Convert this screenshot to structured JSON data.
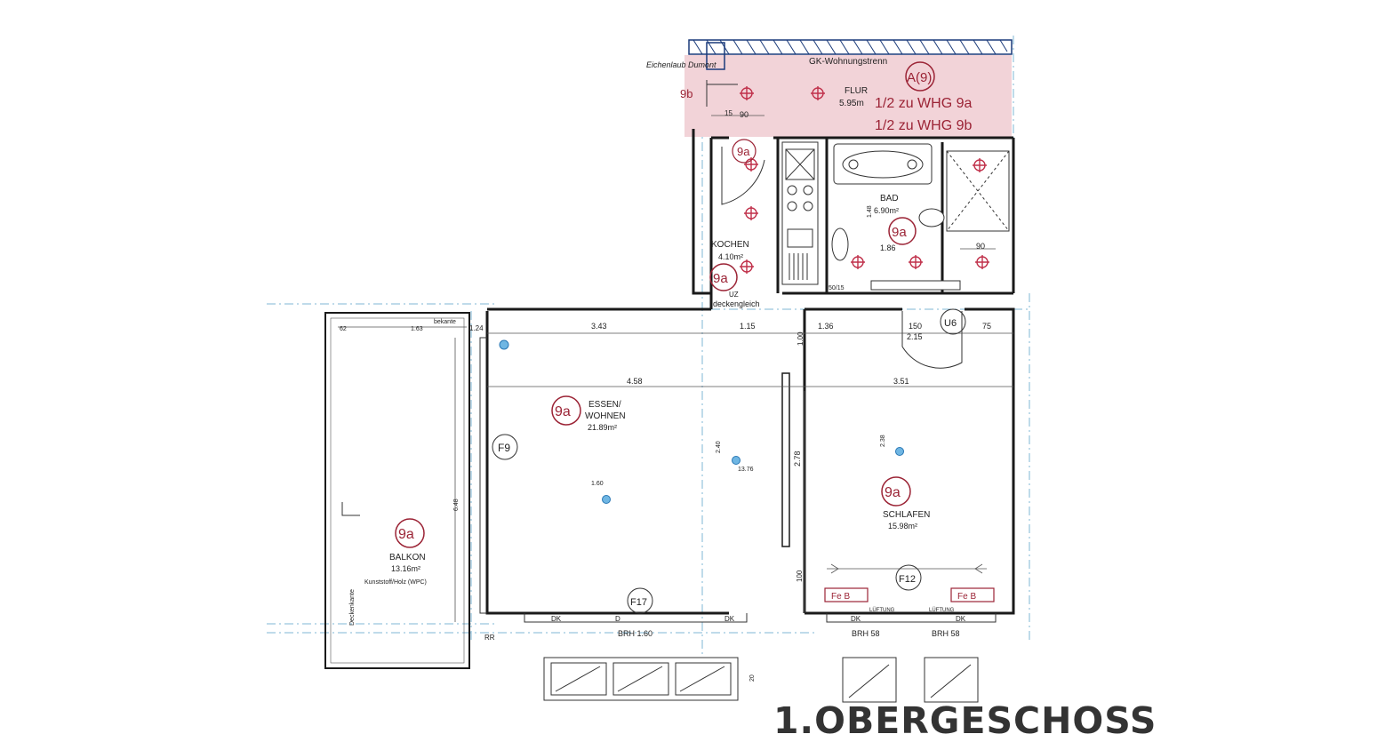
{
  "floor_title": "1.OBERGESCHOSS",
  "colors": {
    "flur_fill": "#f2d3d8",
    "unit_label": "#9b2335",
    "axis": "#7fb7d6",
    "lamp": "#6fb6e3"
  },
  "header": {
    "partition": "GK-Wohnungstrenn",
    "note_a": "A(9)",
    "share_a": "1/2 zu WHG 9a",
    "share_b": "1/2 zu WHG 9b",
    "flur_label": "FLUR",
    "flur_area": "5.95m",
    "unit_9b": "9b",
    "unit_9a_flur": "9a",
    "brand": "Eichenlaub Dumont"
  },
  "rooms": {
    "kochen": {
      "label": "KOCHEN",
      "area": "4.10m²",
      "unit": "9a"
    },
    "bad": {
      "label": "BAD",
      "area": "6.90m²",
      "unit": "9a"
    },
    "essen": {
      "label": "ESSEN/",
      "label2": "WOHNEN",
      "area": "21.89m²",
      "unit": "9a"
    },
    "schlafen": {
      "label": "SCHLAFEN",
      "area": "15.98m²",
      "unit": "9a"
    },
    "balkon": {
      "label": "BALKON",
      "area": "13.16m²",
      "material": "Kunststoff/Holz (WPC)",
      "unit": "9a"
    }
  },
  "markers": {
    "f9": "F9",
    "f17": "F17",
    "f12": "F12",
    "u6": "U6",
    "rr": "RR",
    "fe_b": "Fe B"
  },
  "dimensions": {
    "top_343": "3.43",
    "top_115": "1.15",
    "top_136": "1.36",
    "top_150": "150",
    "top_75": "75",
    "top_100": "1.00",
    "mid_458": "4.58",
    "mid_351": "3.51",
    "v_278": "2.78",
    "v_100": "100",
    "balkon_163": "1.63",
    "balkon_62": "62",
    "balkon_648": "6.48",
    "balkon_124": "1.24",
    "k_90": "90",
    "k_15": "15",
    "k_115": "1.15",
    "bad_90": "90",
    "bad_186": "1.86",
    "bad_148": "1.48",
    "brh_160": "BRH 1.60",
    "brh_58a": "BRH 58",
    "brh_58b": "BRH 58",
    "dk": "DK",
    "d": "D",
    "lueftung": "LÜFTUNG",
    "fl_1_60": "1.60",
    "fl_240": "2.40",
    "fl_238": "2.38",
    "fl_276": "13.76",
    "h_20": "20",
    "f_50": "50/15",
    "u_115": "2.15"
  },
  "notes": {
    "deckengleich": "deckengleich",
    "uz": "UZ",
    "deckenkante": "Deckenkante",
    "bekante": "bekante"
  }
}
